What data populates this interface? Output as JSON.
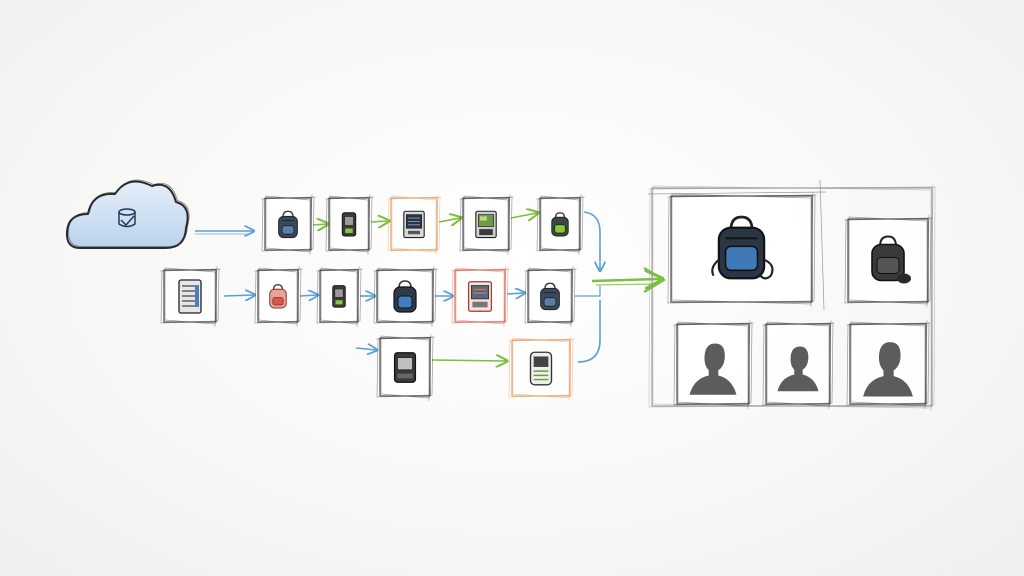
{
  "colors": {
    "paper": "#fafafa",
    "pencil": "#4a4a4a",
    "cloud_fill": "#cfe0f2",
    "arrow_blue": "#5aa0d6",
    "arrow_green": "#7cbf3a",
    "silhouette": "#5c5c5c",
    "accent_orange": "#e3a36b",
    "accent_red": "#d86b5a"
  },
  "source": {
    "icon": "cloud-database-icon"
  },
  "pipeline": {
    "row_1": [
      {
        "icon": "backpack-icon",
        "frame": "plain"
      },
      {
        "icon": "device-icon",
        "frame": "plain"
      },
      {
        "icon": "kiosk-icon",
        "frame": "orange"
      },
      {
        "icon": "kiosk-screen-icon",
        "frame": "plain"
      },
      {
        "icon": "backpack-green-icon",
        "frame": "plain"
      }
    ],
    "row_2": [
      {
        "icon": "server-rack-icon",
        "frame": "plain"
      },
      {
        "icon": "backpack-red-icon",
        "frame": "plain"
      },
      {
        "icon": "device-icon",
        "frame": "plain"
      },
      {
        "icon": "backpack-blue-icon",
        "frame": "plain"
      },
      {
        "icon": "kiosk-red-icon",
        "frame": "red"
      },
      {
        "icon": "backpack-icon",
        "frame": "plain"
      }
    ],
    "row_3": [
      {
        "icon": "appliance-icon",
        "frame": "plain"
      },
      {
        "icon": "appliance-orange-icon",
        "frame": "orange"
      }
    ]
  },
  "outputs": {
    "products": [
      {
        "icon": "backpack-large-icon",
        "size": "large"
      },
      {
        "icon": "backpack-dark-icon",
        "size": "medium"
      }
    ],
    "people": [
      {
        "icon": "person-silhouette-icon"
      },
      {
        "icon": "person-silhouette-icon"
      },
      {
        "icon": "person-silhouette-icon"
      }
    ]
  }
}
